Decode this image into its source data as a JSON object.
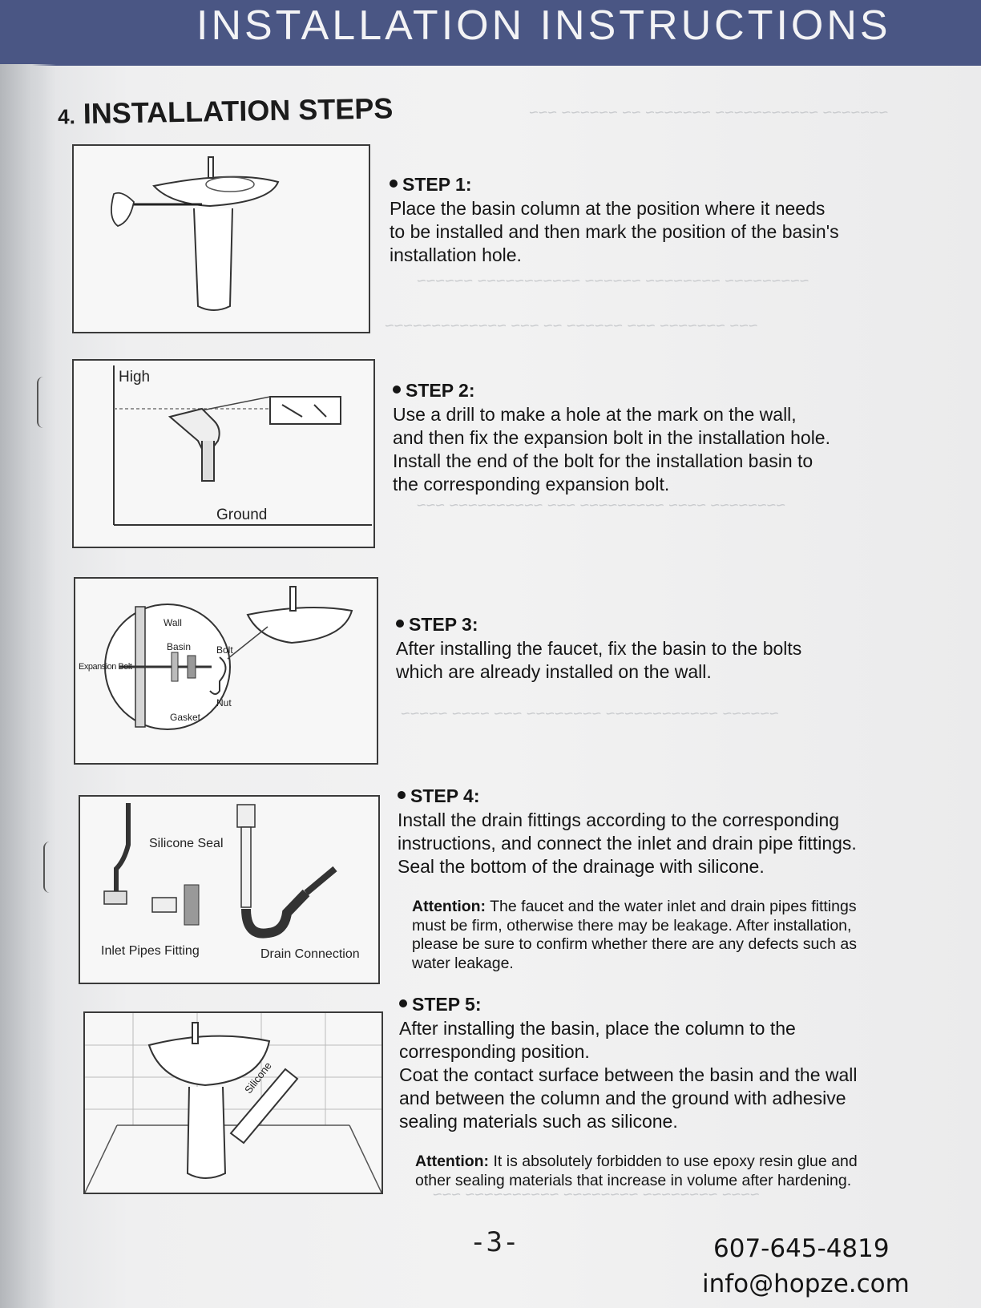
{
  "header": {
    "title": "INSTALLATION INSTRUCTIONS"
  },
  "section": {
    "number": "4.",
    "title": "INSTALLATION STEPS"
  },
  "figures": {
    "fig2": {
      "high": "High",
      "ground": "Ground"
    },
    "fig3": {
      "wall": "Wall",
      "basin": "Basin",
      "bolt": "Bolt",
      "expansion_bolt": "Expansion Bolt",
      "nut": "Nut",
      "gasket": "Gasket"
    },
    "fig4": {
      "silicone_seal": "Silicone Seal",
      "inlet_pipes": "Inlet Pipes Fitting",
      "drain_connection": "Drain Connection"
    },
    "fig5": {
      "silicone": "Silicone"
    }
  },
  "steps": [
    {
      "title": "STEP 1:",
      "lines": [
        "Place the basin column at the position where it needs",
        "to be installed and then mark the position of the basin's",
        "installation hole."
      ]
    },
    {
      "title": "STEP 2:",
      "lines": [
        "Use a drill to make a hole at the mark on the wall,",
        "and then fix the expansion bolt in the installation hole.",
        "Install the end of the bolt for the installation basin to",
        "the corresponding expansion bolt."
      ]
    },
    {
      "title": "STEP 3:",
      "lines": [
        "After installing the faucet, fix the basin to the bolts",
        "which are already installed on the wall."
      ]
    },
    {
      "title": "STEP 4:",
      "lines": [
        "Install the drain fittings according to the corresponding",
        "instructions, and connect the inlet and drain pipe fittings.",
        "Seal the bottom of the drainage with silicone."
      ],
      "attention_label": "Attention:",
      "attention_lines": [
        " The faucet and the water inlet and drain pipes fittings",
        "must be firm, otherwise there may be leakage. After installation,",
        "please be sure to confirm whether there are any defects such as",
        "water leakage."
      ]
    },
    {
      "title": "STEP 5:",
      "lines": [
        "After installing the basin, place the column to the",
        "corresponding position.",
        "Coat the contact surface between the basin and the wall",
        "and between the column and the ground with adhesive",
        "sealing materials such as silicone."
      ],
      "attention_label": "Attention:",
      "attention_lines": [
        " It is absolutely forbidden to use epoxy resin glue and",
        "other sealing materials that increase in volume after hardening."
      ]
    }
  ],
  "footer": {
    "page": "-3-",
    "phone": "607-645-4819",
    "email": "info@hopze.com"
  },
  "colors": {
    "header_bg": "#4a5684",
    "text": "#151515"
  }
}
